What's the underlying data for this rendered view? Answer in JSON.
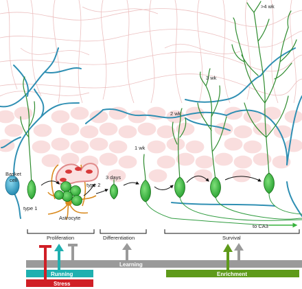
{
  "labels": {
    "basket_cell": [
      "Basket",
      "cell"
    ],
    "type1": "type 1",
    "type2": "type 2",
    "astrocyte": "Astrocyte",
    "days3": "3 days",
    "wk1": "1 wk",
    "wk2": "2 wk",
    "wk3": "3 wk",
    "wk4": ">4 wk",
    "to_ca3": "to CA3"
  },
  "stages": {
    "proliferation": "Proliferation",
    "differentiation": "Differentiation",
    "survival": "Survival"
  },
  "factors": {
    "learning": "Learning",
    "running": "Running",
    "stress": "Stress",
    "enrichment": "Enrichment"
  },
  "colors": {
    "neuron": "#37b23c",
    "neuron_dark": "#2a8a2a",
    "basket": "#2f9fc3",
    "learning": "#9a9a9a",
    "running": "#1fb0b0",
    "stress": "#d01f26",
    "enrichment": "#5e9a1a",
    "granule_layer": "#f9dede",
    "astrocyte": "#d98a1e",
    "vessel": "#e08a8a"
  }
}
